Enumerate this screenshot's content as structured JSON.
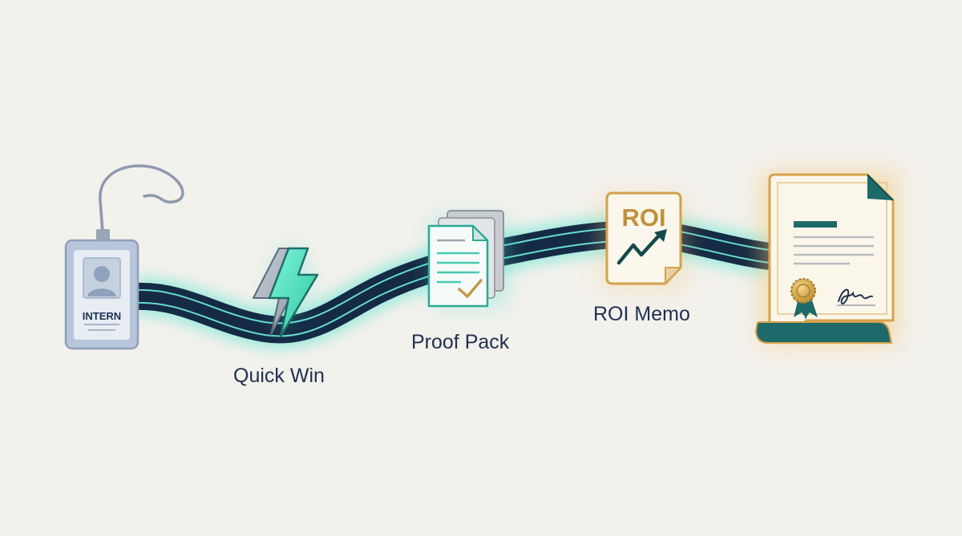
{
  "badge": {
    "text": "INTERN"
  },
  "milestones": [
    {
      "id": "quick-win",
      "label": "Quick Win",
      "icon": "lightning-bolt-icon"
    },
    {
      "id": "proof-pack",
      "label": "Proof Pack",
      "icon": "document-stack-icon"
    },
    {
      "id": "roi-memo",
      "label": "ROI Memo",
      "icon": "roi-document-icon",
      "doc_text": "ROI"
    }
  ],
  "final": {
    "icon": "certificate-icon"
  },
  "colors": {
    "background": "#f3f1ec",
    "path": "#152a44",
    "path_glow": "#4fe3cf",
    "navy": "#1f3050",
    "teal": "#1e6a6a",
    "gold": "#d4a24a",
    "bolt": "#3ee0b8"
  }
}
